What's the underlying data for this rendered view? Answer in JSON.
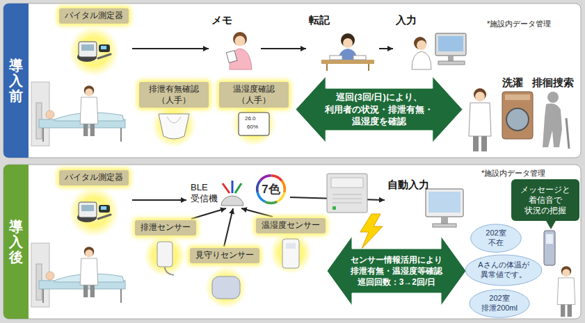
{
  "diagram": {
    "nodes": [
      {
        "text": [
          "導入前"
        ]
      },
      {
        "text": [
          "バイタル測定器"
        ],
        "in": 0
      },
      {
        "text": [
          "メモ"
        ],
        "in": 0
      },
      {
        "text": [
          "転記"
        ],
        "in": 0
      },
      {
        "text": [
          "入力"
        ],
        "in": 0
      },
      {
        "text": [
          "排泄有無確認 （人手）"
        ],
        "in": 0
      },
      {
        "text": [
          "温湿度確認 （人手）"
        ],
        "in": 0
      },
      {
        "text": [
          "巡回(3回/日)により、 利用者の状況・排泄有無・ 温湿度を確認"
        ],
        "in": 0
      },
      {
        "text": [
          "導入後"
        ]
      },
      {
        "text": [
          "バイタル測定器"
        ],
        "in": 8
      },
      {
        "text": [
          "BLE 受信機"
        ],
        "in": 8
      },
      {
        "text": [
          "7色"
        ],
        "in": 8
      },
      {
        "text": [
          "自動入力"
        ],
        "in": 8
      },
      {
        "text": [
          "排泄センサー"
        ],
        "in": 8
      },
      {
        "text": [
          "見守りセンサー"
        ],
        "in": 8
      },
      {
        "text": [
          "温湿度センサー"
        ],
        "in": 8
      },
      {
        "text": [
          "センサー情報活用により 排泄有無・温湿度等確認 巡回回数：3→2回/日"
        ],
        "in": 8
      },
      {
        "text": [
          "メッセージと 着信音で 状況の把握"
        ],
        "in": 8
      },
      {
        "text": [
          "202室 不在"
        ],
        "in": 8
      },
      {
        "text": [
          "Aさんの体温が 異常値です。"
        ],
        "in": 8
      },
      {
        "text": [
          "202室 排泄200ml"
        ],
        "in": 8
      }
    ],
    "edges": [
      {
        "from": 1,
        "to": 2,
        "arrow": "to"
      },
      {
        "from": 2,
        "to": 3,
        "arrow": "to"
      },
      {
        "from": 3,
        "to": 4,
        "arrow": "to"
      },
      {
        "from": 9,
        "to": 10,
        "arrow": "to"
      },
      {
        "from": 13,
        "to": 10,
        "arrow": "to"
      },
      {
        "from": 14,
        "to": 10,
        "arrow": "to"
      },
      {
        "from": 15,
        "to": 10,
        "arrow": "to"
      },
      {
        "from": 11,
        "to": 12,
        "arrow": "to"
      }
    ],
    "labels": [
      "*施設内データ管理",
      "洗濯",
      "排徊捜索",
      "26.0",
      "60%",
      "*施設内データ管理"
    ]
  }
}
